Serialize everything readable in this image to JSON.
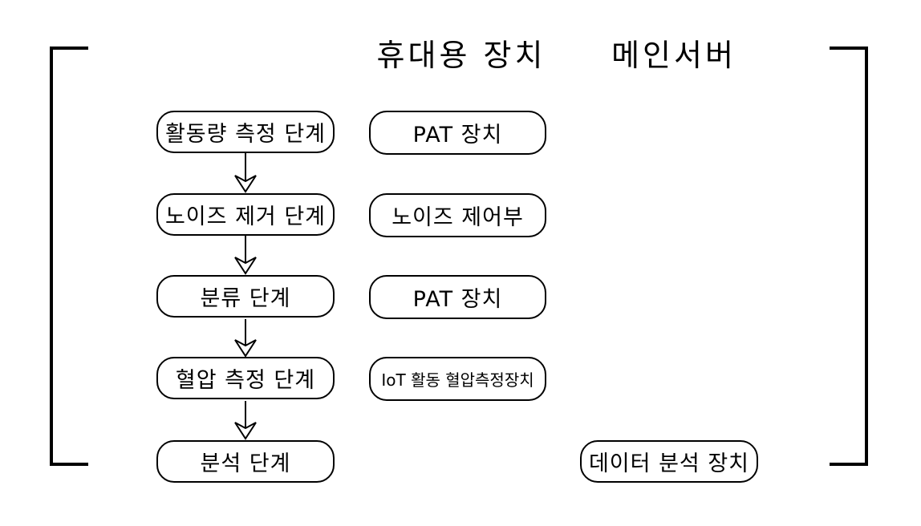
{
  "diagram": {
    "column_headers": {
      "portable_device": "휴대용 장치",
      "main_server": "메인서버"
    },
    "process_steps": [
      "활동량 측정 단계",
      "노이즈 제거 단계",
      "분류 단계",
      "혈압 측정 단계",
      "분석 단계"
    ],
    "portable_devices": [
      "PAT 장치",
      "노이즈 제어부",
      "PAT 장치",
      "IoT 활동 혈압측정장치"
    ],
    "server_device": "데이터 분석 장치",
    "colors": {
      "line": "#000000",
      "background": "#ffffff"
    }
  }
}
